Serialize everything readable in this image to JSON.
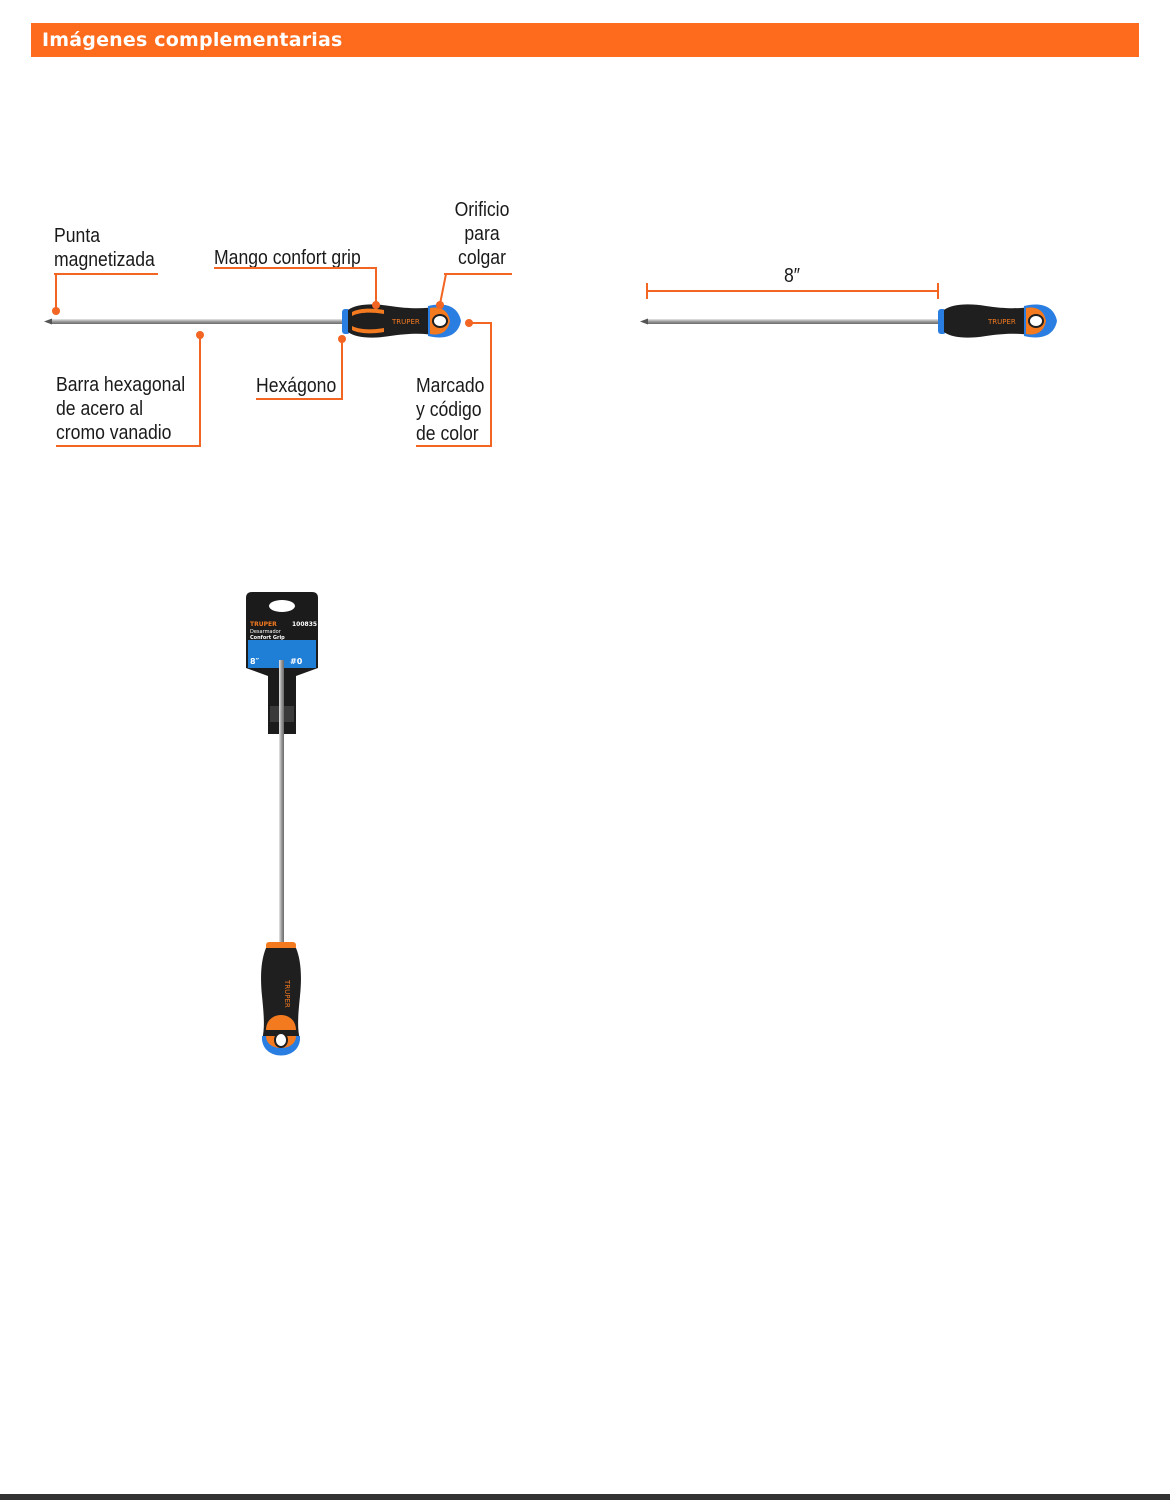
{
  "header": {
    "title": "Imágenes complementarias"
  },
  "callouts": {
    "tip": "Punta\nmagnetizada",
    "grip": "Mango confort grip",
    "hole": "Orificio\npara\ncolgar",
    "bar": "Barra hexagonal\nde acero al\ncromo vanadio",
    "hex": "Hexágono",
    "marking": "Marcado\ny código\nde color"
  },
  "dimension": {
    "length": "8″"
  },
  "brand": {
    "name": "TRUPER"
  },
  "package": {
    "brand": "TRUPER",
    "code": "100835",
    "line1": "Desarmador",
    "line2": "Confort Grip",
    "size": "8″",
    "tip": "#0"
  },
  "colors": {
    "accent": "#ff6b1c",
    "callout_line": "#f26522",
    "handle_black": "#1f1f1f",
    "handle_orange": "#f47a20",
    "handle_blue": "#2a7de1"
  }
}
